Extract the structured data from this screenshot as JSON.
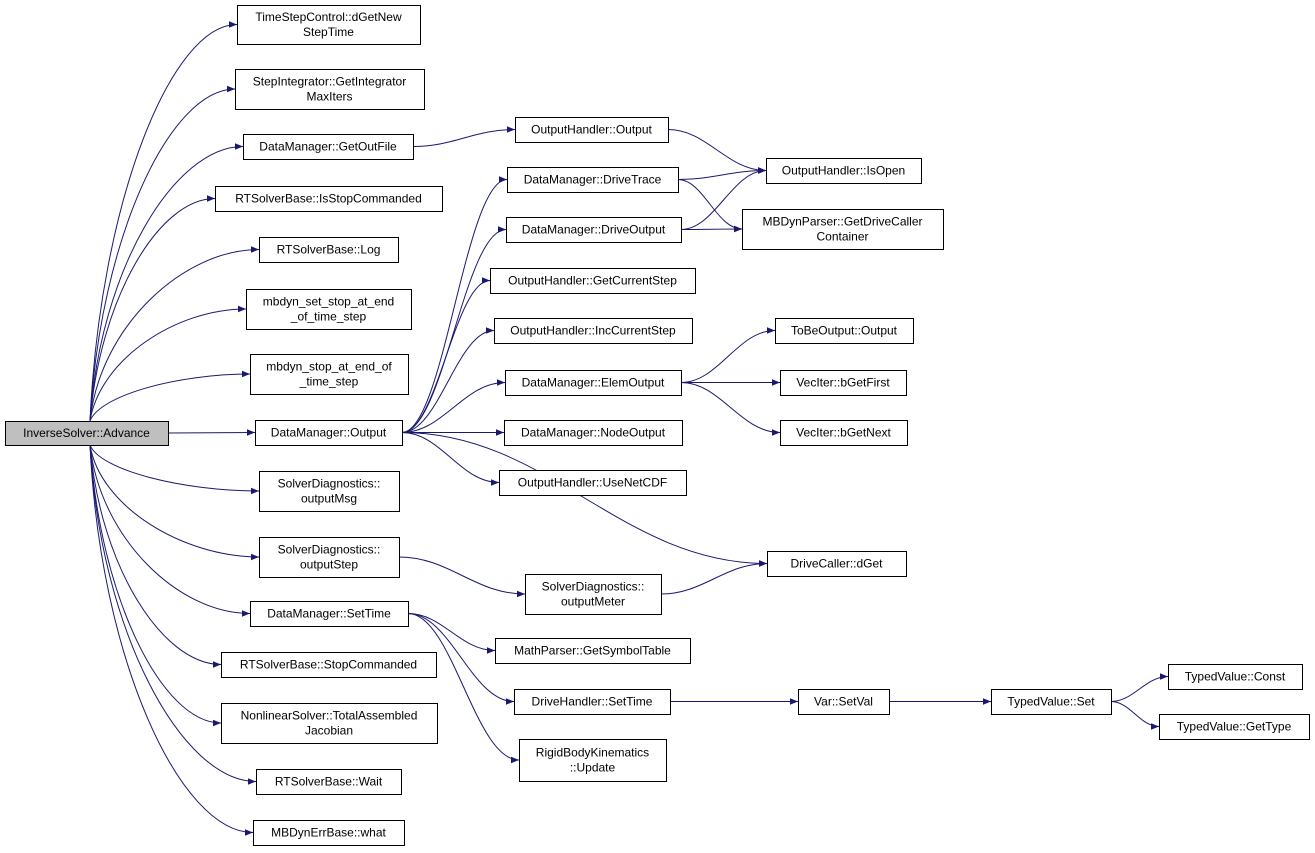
{
  "nodes": {
    "root": [
      "InverseSolver::Advance"
    ],
    "n1": [
      "TimeStepControl::dGetNew",
      "StepTime"
    ],
    "n2": [
      "StepIntegrator::GetIntegrator",
      "MaxIters"
    ],
    "n3": [
      "DataManager::GetOutFile"
    ],
    "n4": [
      "RTSolverBase::IsStopCommanded"
    ],
    "n5": [
      "RTSolverBase::Log"
    ],
    "n6": [
      "mbdyn_set_stop_at_end",
      "_of_time_step"
    ],
    "n7": [
      "mbdyn_stop_at_end_of",
      "_time_step"
    ],
    "n8": [
      "DataManager::Output"
    ],
    "n9": [
      "SolverDiagnostics::",
      "outputMsg"
    ],
    "n10": [
      "SolverDiagnostics::",
      "outputStep"
    ],
    "n11": [
      "DataManager::SetTime"
    ],
    "n12": [
      "RTSolverBase::StopCommanded"
    ],
    "n13": [
      "NonlinearSolver::TotalAssembled",
      "Jacobian"
    ],
    "n14": [
      "RTSolverBase::Wait"
    ],
    "n15": [
      "MBDynErrBase::what"
    ],
    "oh_output": [
      "OutputHandler::Output"
    ],
    "dm_drivetrace": [
      "DataManager::DriveTrace"
    ],
    "dm_driveoutput": [
      "DataManager::DriveOutput"
    ],
    "oh_getcurrentstep": [
      "OutputHandler::GetCurrentStep"
    ],
    "oh_inccurrentstep": [
      "OutputHandler::IncCurrentStep"
    ],
    "dm_elemoutput": [
      "DataManager::ElemOutput"
    ],
    "dm_nodeoutput": [
      "DataManager::NodeOutput"
    ],
    "oh_usenetcdf": [
      "OutputHandler::UseNetCDF"
    ],
    "sd_outputmeter": [
      "SolverDiagnostics::",
      "outputMeter"
    ],
    "mp_getsymboltable": [
      "MathParser::GetSymbolTable"
    ],
    "dh_settime": [
      "DriveHandler::SetTime"
    ],
    "rbk_update": [
      "RigidBodyKinematics",
      "::Update"
    ],
    "oh_isopen": [
      "OutputHandler::IsOpen"
    ],
    "mbp_getdrivecaller": [
      "MBDynParser::GetDriveCaller",
      "Container"
    ],
    "tbo_output": [
      "ToBeOutput::Output"
    ],
    "vi_bgetfirst": [
      "VecIter::bGetFirst"
    ],
    "vi_bgetnext": [
      "VecIter::bGetNext"
    ],
    "dc_dget": [
      "DriveCaller::dGet"
    ],
    "var_setval": [
      "Var::SetVal"
    ],
    "tv_set": [
      "TypedValue::Set"
    ],
    "tv_const": [
      "TypedValue::Const"
    ],
    "tv_gettype": [
      "TypedValue::GetType"
    ]
  },
  "colors": {
    "edge": "#191970",
    "root_fill": "#bfbfbf",
    "node_fill": "#ffffff",
    "node_border": "#000000"
  }
}
